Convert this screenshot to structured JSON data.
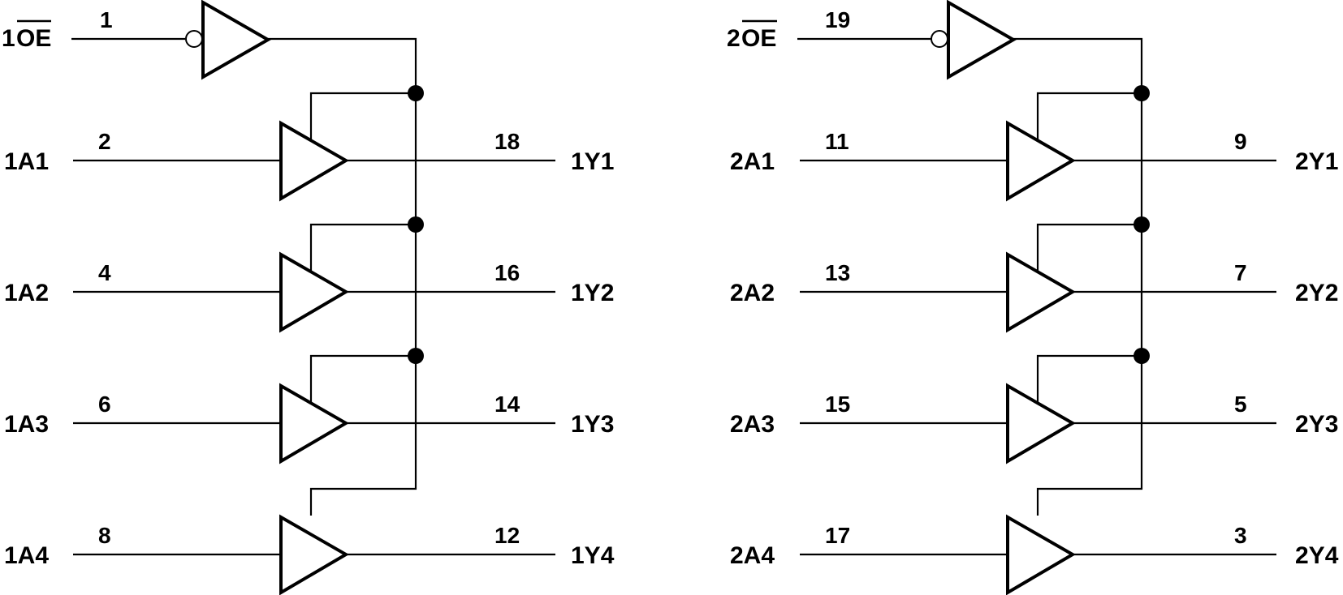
{
  "diagram": {
    "groups": [
      {
        "enable": {
          "label_prefix": "1",
          "label_bar": "OE",
          "pin": "1"
        },
        "channels": [
          {
            "input": "1A1",
            "in_pin": "2",
            "out_pin": "18",
            "output": "1Y1"
          },
          {
            "input": "1A2",
            "in_pin": "4",
            "out_pin": "16",
            "output": "1Y2"
          },
          {
            "input": "1A3",
            "in_pin": "6",
            "out_pin": "14",
            "output": "1Y3"
          },
          {
            "input": "1A4",
            "in_pin": "8",
            "out_pin": "12",
            "output": "1Y4"
          }
        ]
      },
      {
        "enable": {
          "label_prefix": "2",
          "label_bar": "OE",
          "pin": "19"
        },
        "channels": [
          {
            "input": "2A1",
            "in_pin": "11",
            "out_pin": "9",
            "output": "2Y1"
          },
          {
            "input": "2A2",
            "in_pin": "13",
            "out_pin": "7",
            "output": "2Y2"
          },
          {
            "input": "2A3",
            "in_pin": "15",
            "out_pin": "5",
            "output": "2Y3"
          },
          {
            "input": "2A4",
            "in_pin": "17",
            "out_pin": "3",
            "output": "2Y4"
          }
        ]
      }
    ]
  }
}
